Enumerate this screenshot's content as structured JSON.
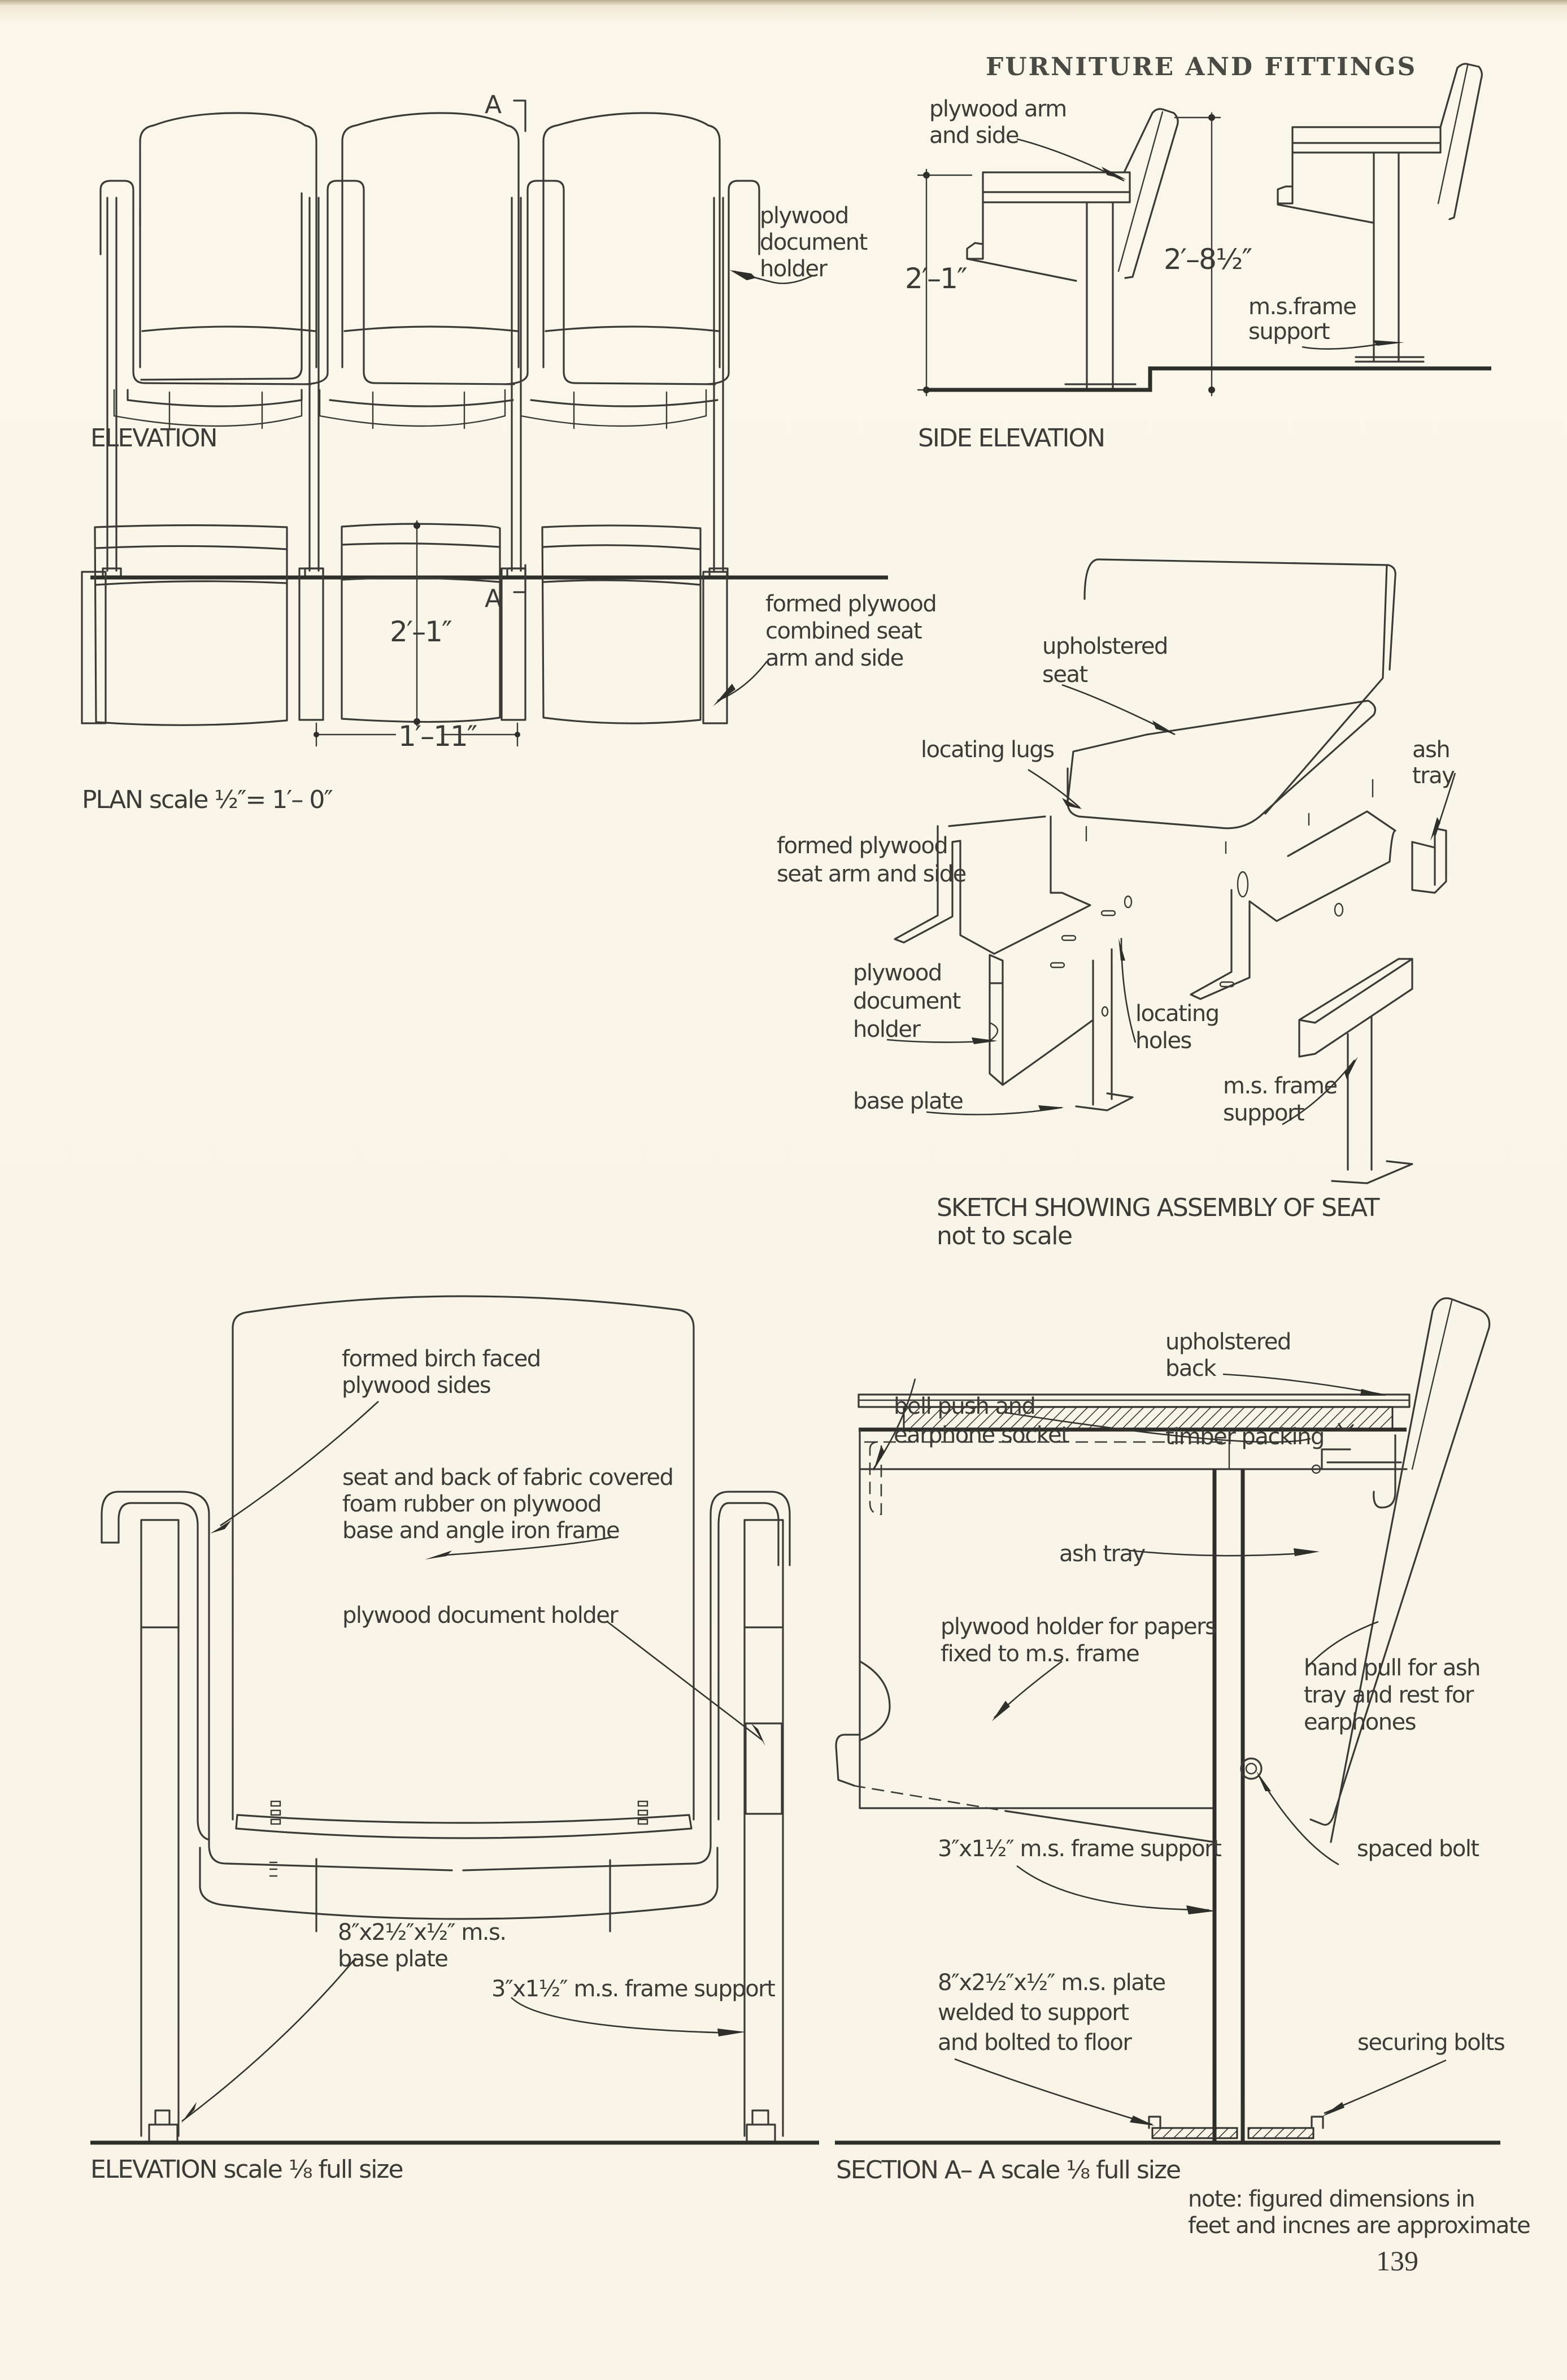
{
  "header": {
    "title": "FURNITURE AND FITTINGS"
  },
  "page_number": "139",
  "section_marker": {
    "label": "A"
  },
  "elevation_row": {
    "caption": "ELEVATION",
    "labels": {
      "document_holder": [
        "plywood",
        "document",
        "holder"
      ]
    }
  },
  "side_elevation": {
    "caption": "SIDE ELEVATION",
    "labels": {
      "arm_and_side": [
        "plywood arm",
        "and side"
      ],
      "frame_support": [
        "m.s.frame",
        "support"
      ]
    },
    "dimensions": {
      "arm_height": "2′–1″",
      "back_height": "2′–8½″"
    }
  },
  "plan": {
    "caption": "PLAN  scale ½″= 1′– 0″",
    "labels": {
      "combined_seat": [
        "formed plywood",
        "combined seat",
        "arm and side"
      ]
    },
    "dimensions": {
      "depth": "2′–1″",
      "width": "1′–11″"
    }
  },
  "assembly_sketch": {
    "caption": "SKETCH SHOWING ASSEMBLY OF SEAT",
    "subcaption": "not to scale",
    "labels": {
      "upholstered_seat": [
        "upholstered",
        "seat"
      ],
      "locating_lugs": "locating lugs",
      "ash_tray": [
        "ash",
        "tray"
      ],
      "seat_arm_side": [
        "formed plywood",
        "seat arm and side"
      ],
      "document_holder": [
        "plywood",
        "document",
        "holder"
      ],
      "locating_holes": [
        "locating",
        "holes"
      ],
      "base_plate": "base plate",
      "frame_support": [
        "m.s. frame",
        "support"
      ]
    }
  },
  "detail_elevation": {
    "caption": "ELEVATION  scale  ⅛ full size",
    "labels": {
      "birch_sides": [
        "formed birch faced",
        "plywood sides"
      ],
      "seat_back": [
        "seat and back of fabric covered",
        "foam rubber on plywood",
        "base and angle iron frame"
      ],
      "document_holder": "plywood document holder",
      "base_plate": [
        "8″x2½″x½″ m.s.",
        "base plate"
      ],
      "frame_support": "3″x1½″ m.s. frame support"
    }
  },
  "section_aa": {
    "caption": "SECTION A– A  scale   ⅛ full size",
    "labels": {
      "upholstered_back": [
        "upholstered",
        "back"
      ],
      "bell_push": [
        "bell push and",
        "earphone socket"
      ],
      "timber_packing": "timber packing",
      "ash_tray": "ash tray",
      "paper_holder": [
        "plywood holder for papers",
        "fixed to m.s. frame"
      ],
      "hand_pull": [
        "hand pull for ash",
        "tray and rest for",
        "earphones"
      ],
      "spaced_bolt": "spaced bolt",
      "frame_support": "3″x1½″ m.s. frame support",
      "plate": [
        "8″x2½″x½″ m.s. plate",
        "welded to support",
        "and bolted to floor"
      ],
      "securing_bolts": "securing bolts"
    }
  },
  "note": [
    "note:  figured dimensions in",
    "feet and incnes are approximate"
  ]
}
